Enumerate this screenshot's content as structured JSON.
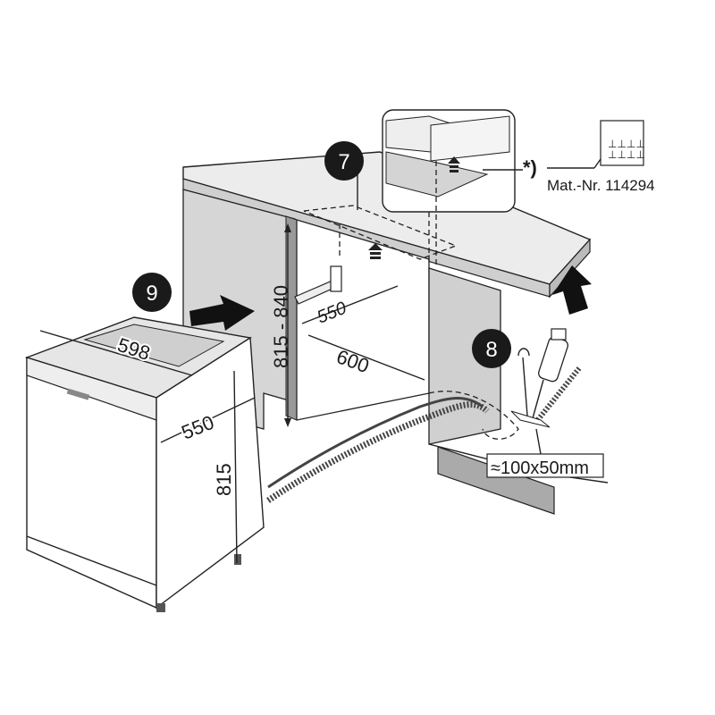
{
  "callouts": {
    "step_7": "7",
    "step_8": "8",
    "step_9": "9"
  },
  "dimensions": {
    "niche_height": "815 - 840",
    "niche_depth": "550",
    "niche_width": "600",
    "appliance_width": "598",
    "appliance_depth": "550",
    "appliance_height": "815",
    "opening_size": "≈100x50mm"
  },
  "accessory": {
    "footnote_mark": "*)",
    "part_number": "Mat.-Nr. 114294"
  },
  "colors": {
    "panel": "#d9d9d9",
    "panel_dark": "#bdbdbd",
    "badge": "#1a1a1a",
    "line": "#222222"
  }
}
